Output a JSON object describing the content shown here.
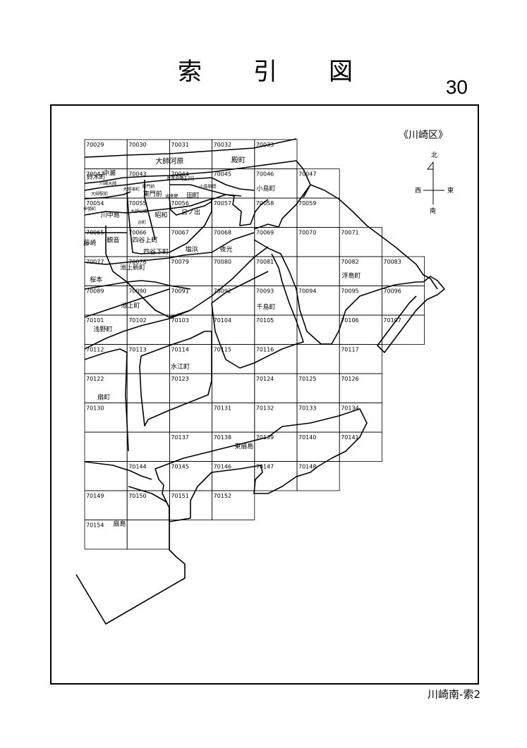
{
  "title_chars": [
    "索",
    "引",
    "図"
  ],
  "page_number": "30",
  "footer": "川崎南-索2",
  "ward_label": "《川崎区》",
  "compass": {
    "north": "北",
    "south": "南",
    "east": "東",
    "west": "西"
  },
  "grid_rows": [
    {
      "cells": [
        {
          "code": "70029",
          "col": 0
        },
        {
          "code": "70030",
          "col": 1
        },
        {
          "code": "70031",
          "col": 2
        },
        {
          "code": "70032",
          "col": 3
        },
        {
          "code": "70033",
          "col": 4
        }
      ]
    },
    {
      "cells": [
        {
          "code": "70042",
          "col": 0
        },
        {
          "code": "70043",
          "col": 1
        },
        {
          "code": "70044",
          "col": 2
        },
        {
          "code": "70045",
          "col": 3
        },
        {
          "code": "70046",
          "col": 4
        },
        {
          "code": "70047",
          "col": 5
        }
      ]
    },
    {
      "cells": [
        {
          "code": "70054",
          "col": 0
        },
        {
          "code": "70055",
          "col": 1
        },
        {
          "code": "70056",
          "col": 2
        },
        {
          "code": "70057",
          "col": 3
        },
        {
          "code": "70058",
          "col": 4
        },
        {
          "code": "70059",
          "col": 5
        }
      ]
    },
    {
      "cells": [
        {
          "code": "70065",
          "col": 0
        },
        {
          "code": "70066",
          "col": 1
        },
        {
          "code": "70067",
          "col": 2
        },
        {
          "code": "70068",
          "col": 3
        },
        {
          "code": "70069",
          "col": 4
        },
        {
          "code": "70070",
          "col": 5
        },
        {
          "code": "70071",
          "col": 6
        }
      ]
    },
    {
      "cells": [
        {
          "code": "70077",
          "col": 0
        },
        {
          "code": "70078",
          "col": 1
        },
        {
          "code": "70079",
          "col": 2
        },
        {
          "code": "70080",
          "col": 3
        },
        {
          "code": "70081",
          "col": 4
        },
        {
          "code": "",
          "col": 5
        },
        {
          "code": "70082",
          "col": 6
        },
        {
          "code": "70083",
          "col": 7
        }
      ]
    },
    {
      "cells": [
        {
          "code": "70089",
          "col": 0
        },
        {
          "code": "70090",
          "col": 1
        },
        {
          "code": "70091",
          "col": 2
        },
        {
          "code": "70092",
          "col": 3
        },
        {
          "code": "70093",
          "col": 4
        },
        {
          "code": "70094",
          "col": 5
        },
        {
          "code": "70095",
          "col": 6
        },
        {
          "code": "70096",
          "col": 7
        }
      ]
    },
    {
      "cells": [
        {
          "code": "70101",
          "col": 0
        },
        {
          "code": "70102",
          "col": 1
        },
        {
          "code": "70103",
          "col": 2
        },
        {
          "code": "70104",
          "col": 3
        },
        {
          "code": "70105",
          "col": 4
        },
        {
          "code": "",
          "col": 5
        },
        {
          "code": "70106",
          "col": 6
        },
        {
          "code": "70107",
          "col": 7
        }
      ]
    },
    {
      "cells": [
        {
          "code": "70112",
          "col": 0
        },
        {
          "code": "70113",
          "col": 1
        },
        {
          "code": "70114",
          "col": 2
        },
        {
          "code": "70115",
          "col": 3
        },
        {
          "code": "70116",
          "col": 4
        },
        {
          "code": "",
          "col": 5
        },
        {
          "code": "70117",
          "col": 6
        }
      ]
    },
    {
      "cells": [
        {
          "code": "70122",
          "col": 0
        },
        {
          "code": "",
          "col": 1
        },
        {
          "code": "70123",
          "col": 2
        },
        {
          "code": "",
          "col": 3
        },
        {
          "code": "70124",
          "col": 4
        },
        {
          "code": "70125",
          "col": 5
        },
        {
          "code": "70126",
          "col": 6
        }
      ]
    },
    {
      "cells": [
        {
          "code": "70130",
          "col": 0
        },
        {
          "code": "",
          "col": 1
        },
        {
          "code": "",
          "col": 2
        },
        {
          "code": "70131",
          "col": 3
        },
        {
          "code": "70132",
          "col": 4
        },
        {
          "code": "70133",
          "col": 5
        },
        {
          "code": "70134",
          "col": 6
        }
      ]
    },
    {
      "cells": [
        {
          "code": "",
          "col": 0
        },
        {
          "code": "",
          "col": 1
        },
        {
          "code": "70137",
          "col": 2
        },
        {
          "code": "70138",
          "col": 3
        },
        {
          "code": "70139",
          "col": 4
        },
        {
          "code": "70140",
          "col": 5
        },
        {
          "code": "70141",
          "col": 6
        }
      ]
    },
    {
      "cells": [
        {
          "code": "",
          "col": 0
        },
        {
          "code": "70144",
          "col": 1
        },
        {
          "code": "70145",
          "col": 2
        },
        {
          "code": "70146",
          "col": 3
        },
        {
          "code": "70147",
          "col": 4
        },
        {
          "code": "70148",
          "col": 5
        }
      ]
    },
    {
      "cells": [
        {
          "code": "70149",
          "col": 0
        },
        {
          "code": "70150",
          "col": 1
        },
        {
          "code": "70151",
          "col": 2
        },
        {
          "code": "70152",
          "col": 3
        }
      ]
    },
    {
      "cells": [
        {
          "code": "70154",
          "col": 0
        },
        {
          "code": "",
          "col": 1
        }
      ]
    }
  ],
  "places": [
    {
      "name": "大師河原",
      "anchor": [
        2,
        0.82
      ],
      "size": 10
    },
    {
      "name": "殿町",
      "anchor": [
        3.62,
        0.78
      ],
      "size": 10
    },
    {
      "name": "中瀬",
      "anchor": [
        0.58,
        1.22
      ],
      "size": 9
    },
    {
      "name": "鈴木町",
      "anchor": [
        0.27,
        1.35
      ],
      "size": 9
    },
    {
      "name": "川崎大師",
      "anchor": [
        0.55,
        1.55
      ],
      "size": 6
    },
    {
      "name": "大師駅前",
      "anchor": [
        0.35,
        1.9
      ],
      "size": 6
    },
    {
      "name": "大師本町",
      "anchor": [
        1.1,
        1.75
      ],
      "size": 6
    },
    {
      "name": "東門前",
      "anchor": [
        1.5,
        1.65
      ],
      "size": 6
    },
    {
      "name": "東門前",
      "anchor": [
        1.6,
        1.93
      ],
      "size": 9
    },
    {
      "name": "産業道路",
      "anchor": [
        2.13,
        1.35
      ],
      "size": 6
    },
    {
      "name": "江川",
      "anchor": [
        2.43,
        1.4
      ],
      "size": 9
    },
    {
      "name": "小島新田",
      "anchor": [
        2.9,
        1.65
      ],
      "size": 6
    },
    {
      "name": "出来野",
      "anchor": [
        2.05,
        1.97
      ],
      "size": 6
    },
    {
      "name": "田町",
      "anchor": [
        2.55,
        1.97
      ],
      "size": 9
    },
    {
      "name": "小島町",
      "anchor": [
        4.27,
        1.75
      ],
      "size": 9
    },
    {
      "name": "伊勢町",
      "anchor": [
        0.12,
        2.42
      ],
      "size": 6
    },
    {
      "name": "川中島",
      "anchor": [
        0.6,
        2.65
      ],
      "size": 9
    },
    {
      "name": "大師公園",
      "anchor": [
        1.28,
        2.5
      ],
      "size": 6
    },
    {
      "name": "台町",
      "anchor": [
        1.35,
        2.88
      ],
      "size": 6
    },
    {
      "name": "昭和",
      "anchor": [
        1.8,
        2.65
      ],
      "size": 9
    },
    {
      "name": "日ノ出",
      "anchor": [
        2.5,
        2.55
      ],
      "size": 9
    },
    {
      "name": "藤崎",
      "anchor": [
        0.12,
        3.6
      ],
      "size": 9
    },
    {
      "name": "観音",
      "anchor": [
        0.67,
        3.5
      ],
      "size": 9
    },
    {
      "name": "四谷上町",
      "anchor": [
        1.42,
        3.5
      ],
      "size": 9
    },
    {
      "name": "四谷下町",
      "anchor": [
        1.68,
        3.9
      ],
      "size": 9
    },
    {
      "name": "塩浜",
      "anchor": [
        2.52,
        3.82
      ],
      "size": 9
    },
    {
      "name": "夜光",
      "anchor": [
        3.33,
        3.82
      ],
      "size": 9
    },
    {
      "name": "池上新町",
      "anchor": [
        1.13,
        4.45
      ],
      "size": 9
    },
    {
      "name": "桜本",
      "anchor": [
        0.27,
        4.85
      ],
      "size": 9
    },
    {
      "name": "浮島町",
      "anchor": [
        6.28,
        4.72
      ],
      "size": 9
    },
    {
      "name": "池上町",
      "anchor": [
        1.08,
        5.75
      ],
      "size": 9
    },
    {
      "name": "千島町",
      "anchor": [
        4.27,
        5.8
      ],
      "size": 9
    },
    {
      "name": "浅野町",
      "anchor": [
        0.43,
        6.55
      ],
      "size": 9
    },
    {
      "name": "水江町",
      "anchor": [
        2.25,
        7.83
      ],
      "size": 9
    },
    {
      "name": "扇町",
      "anchor": [
        0.45,
        8.88
      ],
      "size": 9
    },
    {
      "name": "東扇島",
      "anchor": [
        3.75,
        10.55
      ],
      "size": 9
    },
    {
      "name": "扇島",
      "anchor": [
        0.82,
        13.2
      ],
      "size": 9
    }
  ]
}
